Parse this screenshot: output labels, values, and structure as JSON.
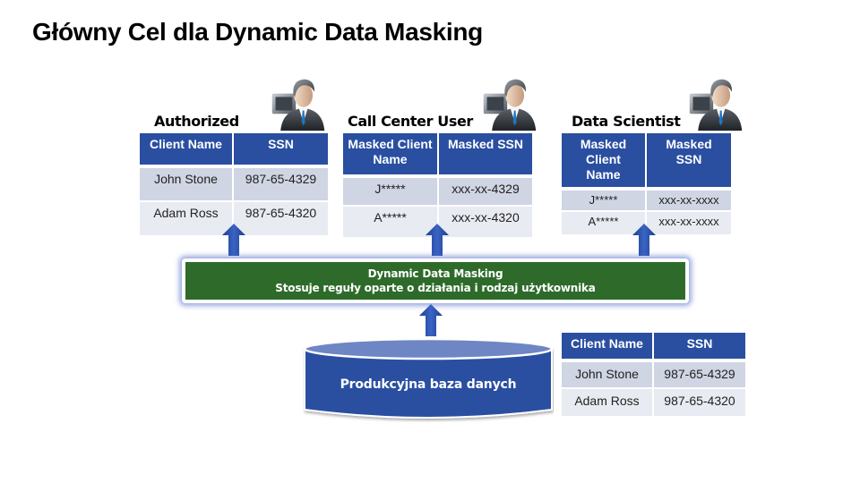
{
  "title": "Główny Cel dla Dynamic Data Masking",
  "colors": {
    "table_header": "#2a4fa1",
    "row_odd": "#d0d5e4",
    "row_even": "#e9ebf2",
    "masking_box": "#2e6b2a",
    "database": "#2a4fa1",
    "arrow": "#2a4fa1"
  },
  "roles": [
    {
      "label": "Authorized",
      "icon": "user-at-computer-icon",
      "table": {
        "headers": [
          "Client Name",
          "SSN"
        ],
        "rows": [
          [
            "John Stone",
            "987-65-4329"
          ],
          [
            "Adam Ross",
            "987-65-4320"
          ]
        ]
      }
    },
    {
      "label": "Call Center User",
      "icon": "user-at-computer-icon",
      "table": {
        "headers": [
          "Masked Client Name",
          "Masked SSN"
        ],
        "rows": [
          [
            "J*****",
            "xxx-xx-4329"
          ],
          [
            "A*****",
            "xxx-xx-4320"
          ]
        ]
      }
    },
    {
      "label": "Data Scientist",
      "icon": "user-at-computer-icon",
      "table": {
        "headers": [
          "Masked Client Name",
          "Masked SSN"
        ],
        "rows": [
          [
            "J*****",
            "xxx-xx-xxxx"
          ],
          [
            "A*****",
            "xxx-xx-xxxx"
          ]
        ]
      }
    }
  ],
  "masking": {
    "line1": "Dynamic Data Masking",
    "line2": "Stosuje reguły oparte o działania i rodzaj użytkownika"
  },
  "database": {
    "label": "Produkcyjna baza danych",
    "icon": "database-cylinder-icon",
    "table": {
      "headers": [
        "Client Name",
        "SSN"
      ],
      "rows": [
        [
          "John Stone",
          "987-65-4329"
        ],
        [
          "Adam Ross",
          "987-65-4320"
        ]
      ]
    }
  }
}
